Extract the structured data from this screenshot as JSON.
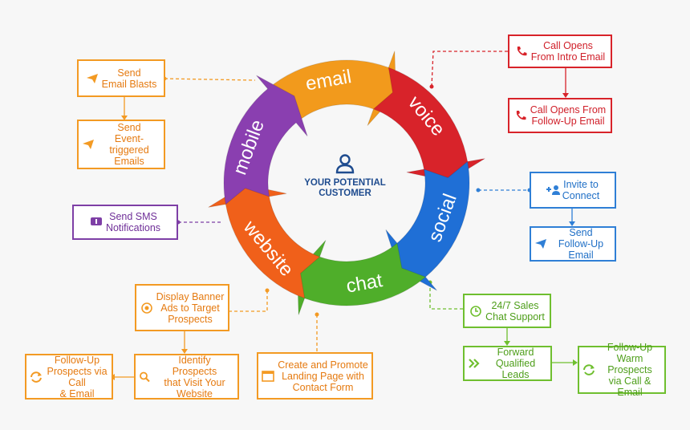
{
  "ring": {
    "segments": [
      "email",
      "voice",
      "social",
      "chat",
      "website",
      "mobile"
    ],
    "colors": [
      "#f29a1c",
      "#d8232a",
      "#1f6fd6",
      "#4fae2a",
      "#f0601a",
      "#8a3fb0"
    ]
  },
  "center": {
    "title": "YOUR POTENTIAL\nCUSTOMER",
    "icon": "user-icon"
  },
  "boxes": {
    "send_email_blasts": "Send\nEmail Blasts",
    "send_event_triggered": "Send\nEvent-triggered\nEmails",
    "send_sms": "Send SMS\nNotifications",
    "display_banner": "Display Banner\nAds to Target\nProspects",
    "identify_prospects": "Identify Prospects\nthat Visit Your\nWebsite",
    "follow_up_call_email": "Follow-Up\nProspects via Call\n& Email",
    "landing_page": "Create and Promote\nLanding Page with\nContact Form",
    "call_intro": "Call Opens\nFrom Intro Email",
    "call_followup": "Call Opens From\nFollow-Up Email",
    "invite_connect": "Invite to\nConnect",
    "send_followup_email": "Send\nFollow-Up Email",
    "chat_support": "24/7 Sales\nChat Support",
    "forward_leads": "Forward\nQualified Leads",
    "follow_up_warm": "Follow-Up\nWarm Prospects\nvia Call & Email"
  },
  "colors": {
    "orange": "#f39a23",
    "red": "#d8232a",
    "blue": "#2f7fd6",
    "purple": "#7e3fa6",
    "green": "#6fbf2f",
    "navy": "#1f4c8f"
  }
}
